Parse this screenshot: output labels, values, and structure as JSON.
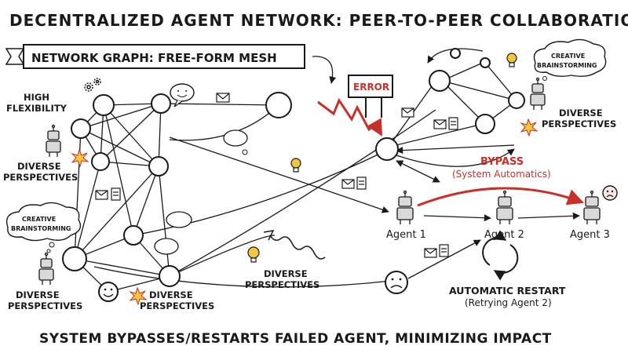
{
  "title": "DECENTRALIZED AGENT NETWORK: PEER-TO-PEER COLLABORATION",
  "banner": "NETWORK GRAPH: FREE-FORM MESH",
  "error_sign": "ERROR",
  "labels": {
    "high_flexibility_1": "HIGH",
    "high_flexibility_2": "FLEXIBILITY",
    "diverse_a1": "DIVERSE",
    "diverse_a2": "PERSPECTIVES",
    "diverse_b1": "DIVERSE",
    "diverse_b2": "PERSPECTIVES",
    "diverse_c1": "DIVERSE",
    "diverse_c2": "PERSPECTIVES",
    "diverse_d1": "DIVERSE",
    "diverse_d2": "PERSPECTIVES",
    "diverse_e1": "DIVERSE",
    "diverse_e2": "PERSPECTIVES",
    "creative_left_1": "CREATIVE",
    "creative_left_2": "BRAINSTORMING",
    "creative_right_1": "CREATIVE",
    "creative_right_2": "BRAINSTORMING"
  },
  "bypass": {
    "title": "BYPASS",
    "subtitle": "(System Automatics)"
  },
  "agents": [
    "Agent 1",
    "Agent 2",
    "Agent 3"
  ],
  "restart": {
    "title": "AUTOMATIC RESTART",
    "subtitle": "(Retrying Agent 2)"
  },
  "footer": "SYSTEM BYPASSES/RESTARTS FAILED AGENT, MINIMIZING IMPACT",
  "colors": {
    "accent": "#c8312b",
    "ink": "#1a1a1a",
    "bulb": "#f3c640"
  }
}
